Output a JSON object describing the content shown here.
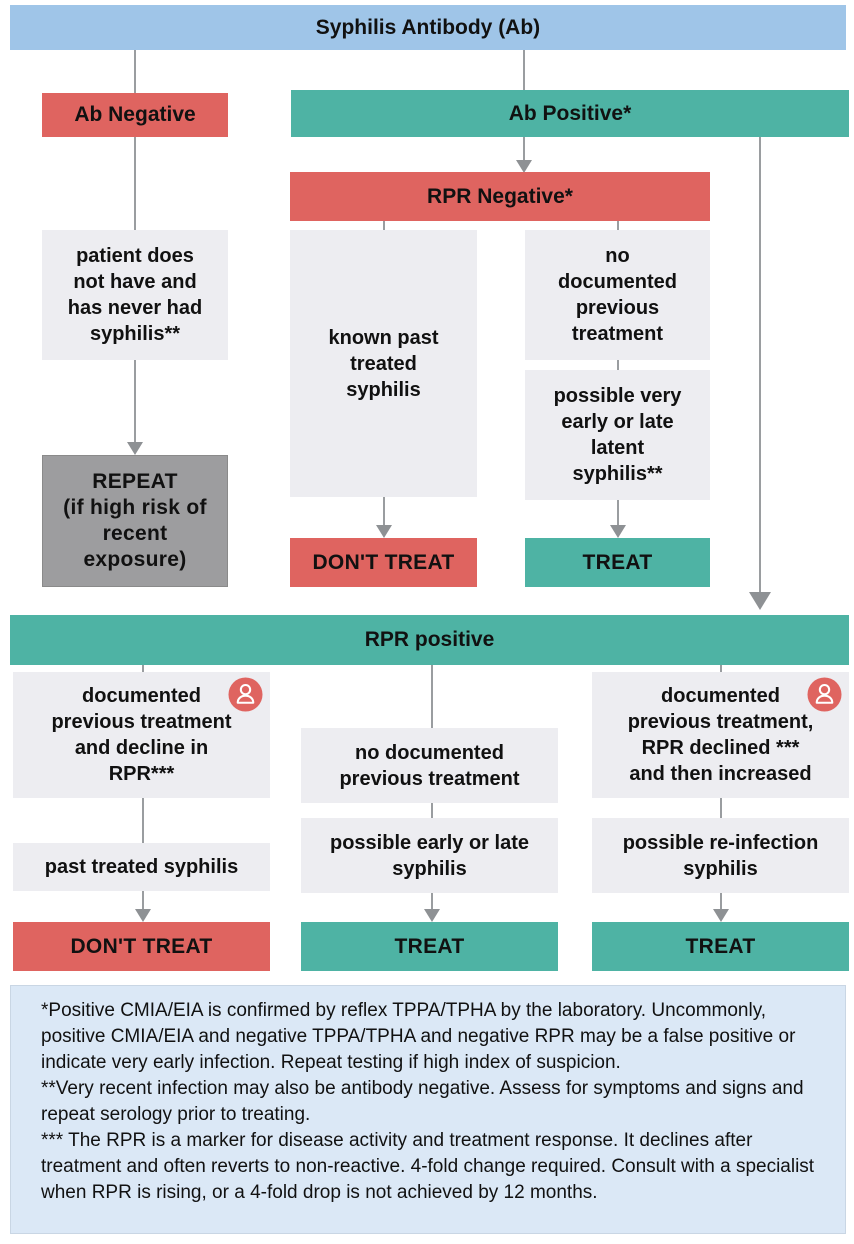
{
  "colors": {
    "header_blue": "#9fc5e8",
    "negative_red": "#df6460",
    "positive_teal": "#4eb3a4",
    "info_gray": "#ededf1",
    "repeat_gray": "#9d9d9f",
    "note_background_blue": "#dbe8f6",
    "connector_gray": "#9a9da0"
  },
  "root": {
    "title": "Syphilis Antibody (Ab)"
  },
  "ab_negative": {
    "label": "Ab Negative",
    "condition": "patient does\nnot have and\nhas never had\nsyphilis**",
    "action": "REPEAT\n(if high risk of\nrecent\nexposure)"
  },
  "ab_positive": {
    "label": "Ab Positive*",
    "rpr_negative": {
      "label": "RPR Negative*",
      "known_past": {
        "condition": "known past\ntreated\nsyphilis",
        "action": "DON'T TREAT"
      },
      "no_previous": {
        "condition": "no\ndocumented\nprevious\ntreatment",
        "assessment": "possible very\nearly or late\nlatent\nsyphilis**",
        "action": "TREAT"
      }
    },
    "rpr_positive": {
      "label": "RPR positive",
      "col1": {
        "condition": "documented\nprevious treatment\nand decline in\nRPR***",
        "assessment": "past treated syphilis",
        "action": "DON'T TREAT",
        "icon": "person-icon"
      },
      "col2": {
        "condition": "no documented\nprevious treatment",
        "assessment": "possible early or late\nsyphilis",
        "action": "TREAT"
      },
      "col3": {
        "condition": "documented\nprevious treatment,\nRPR declined ***\nand then increased",
        "assessment": "possible re-infection\nsyphilis",
        "action": "TREAT",
        "icon": "person-icon"
      }
    }
  },
  "footnotes": [
    "*Positive CMIA/EIA is confirmed by reflex TPPA/TPHA by the laboratory. Uncommonly, positive CMIA/EIA and negative TPPA/TPHA and negative RPR may be a false positive or indicate very early infection. Repeat testing if high index of suspicion.",
    "**Very recent infection may also be antibody negative. Assess for symptoms and signs and repeat serology prior to treating.",
    "*** The RPR is a marker for disease activity and treatment response. It declines after treatment and often reverts to non-reactive. 4-fold change required. Consult with a specialist when RPR is rising, or a 4-fold drop is not achieved by 12 months."
  ]
}
